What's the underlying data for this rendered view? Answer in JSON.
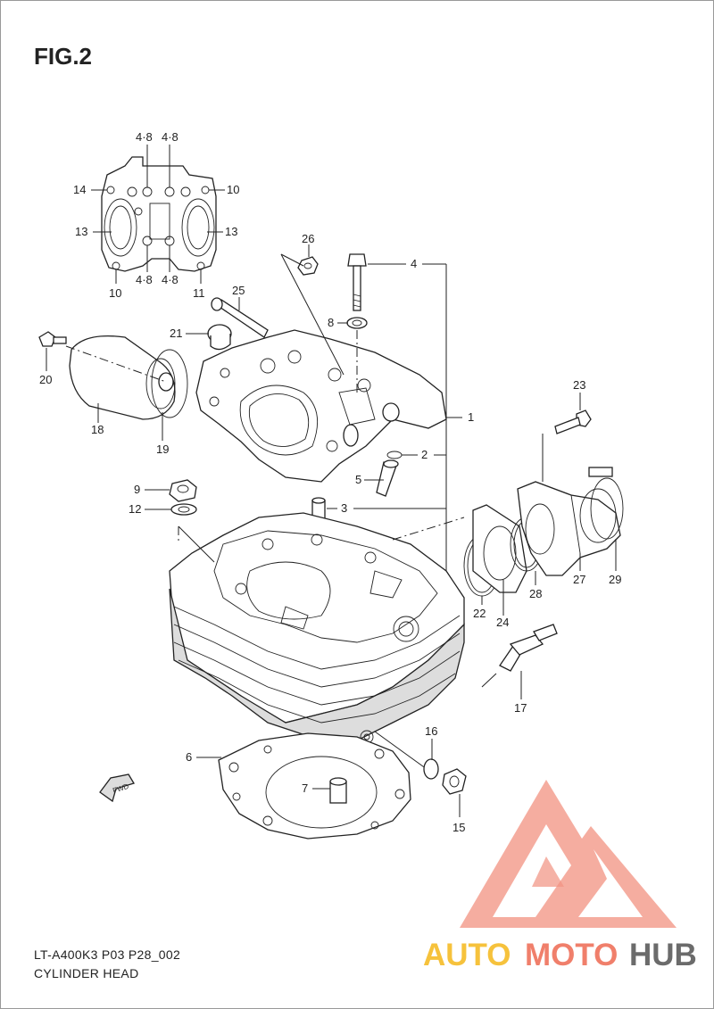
{
  "figure": {
    "title": "FIG.2",
    "model_code": "LT-A400K3 P03 P28_002",
    "caption": "CYLINDER HEAD"
  },
  "inset_callouts": [
    {
      "id": "inset-4-8-tl",
      "text": "4·8"
    },
    {
      "id": "inset-4-8-tr",
      "text": "4·8"
    },
    {
      "id": "inset-14",
      "text": "14"
    },
    {
      "id": "inset-10-r",
      "text": "10"
    },
    {
      "id": "inset-13-l",
      "text": "13"
    },
    {
      "id": "inset-13-r",
      "text": "13"
    },
    {
      "id": "inset-4-8-bl",
      "text": "4·8"
    },
    {
      "id": "inset-4-8-br",
      "text": "4·8"
    },
    {
      "id": "inset-10-l",
      "text": "10"
    },
    {
      "id": "inset-11",
      "text": "11"
    }
  ],
  "callouts": [
    {
      "id": "c26",
      "text": "26"
    },
    {
      "id": "c4",
      "text": "4"
    },
    {
      "id": "c25",
      "text": "25"
    },
    {
      "id": "c8",
      "text": "8"
    },
    {
      "id": "c21",
      "text": "21"
    },
    {
      "id": "c20",
      "text": "20"
    },
    {
      "id": "c23",
      "text": "23"
    },
    {
      "id": "c1",
      "text": "1"
    },
    {
      "id": "c18",
      "text": "18"
    },
    {
      "id": "c19",
      "text": "19"
    },
    {
      "id": "c2",
      "text": "2"
    },
    {
      "id": "c5",
      "text": "5"
    },
    {
      "id": "c9",
      "text": "9"
    },
    {
      "id": "c12",
      "text": "12"
    },
    {
      "id": "c3",
      "text": "3"
    },
    {
      "id": "c22",
      "text": "22"
    },
    {
      "id": "c24",
      "text": "24"
    },
    {
      "id": "c28",
      "text": "28"
    },
    {
      "id": "c27",
      "text": "27"
    },
    {
      "id": "c29",
      "text": "29"
    },
    {
      "id": "c17",
      "text": "17"
    },
    {
      "id": "c16",
      "text": "16"
    },
    {
      "id": "c6",
      "text": "6"
    },
    {
      "id": "c7",
      "text": "7"
    },
    {
      "id": "c15",
      "text": "15"
    }
  ],
  "fwd_arrow_text": "FWD",
  "watermark": {
    "auto": "AUTO",
    "moto": "MOTO",
    "hub": "HUB",
    "colors": {
      "auto": "#f6c23c",
      "moto": "#f07f6b",
      "hub": "#6b6b6b",
      "logo": "#f07f6b"
    }
  }
}
